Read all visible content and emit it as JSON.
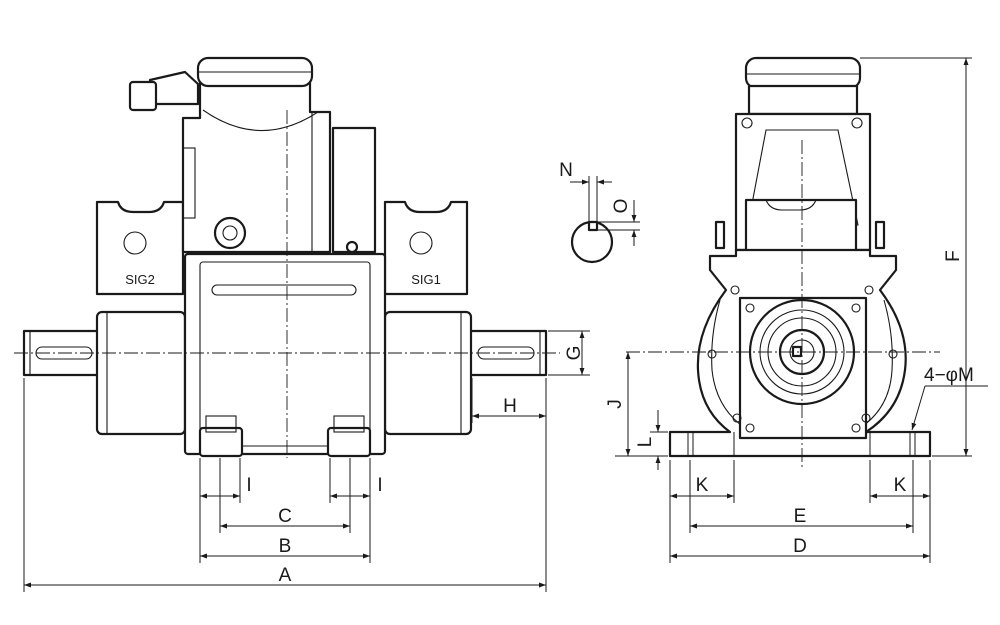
{
  "front_view": {
    "sig2": "SIG2",
    "sig1": "SIG1",
    "dims": {
      "A": "A",
      "B": "B",
      "C": "C",
      "H": "H",
      "G": "G",
      "I_left": "I",
      "I_right": "I"
    }
  },
  "side_view": {
    "dims": {
      "D": "D",
      "E": "E",
      "F": "F",
      "J": "J",
      "L": "L",
      "K_left": "K",
      "K_right": "K",
      "M": "4−φM"
    }
  },
  "shaft_detail": {
    "dims": {
      "N": "N",
      "O": "O"
    }
  }
}
